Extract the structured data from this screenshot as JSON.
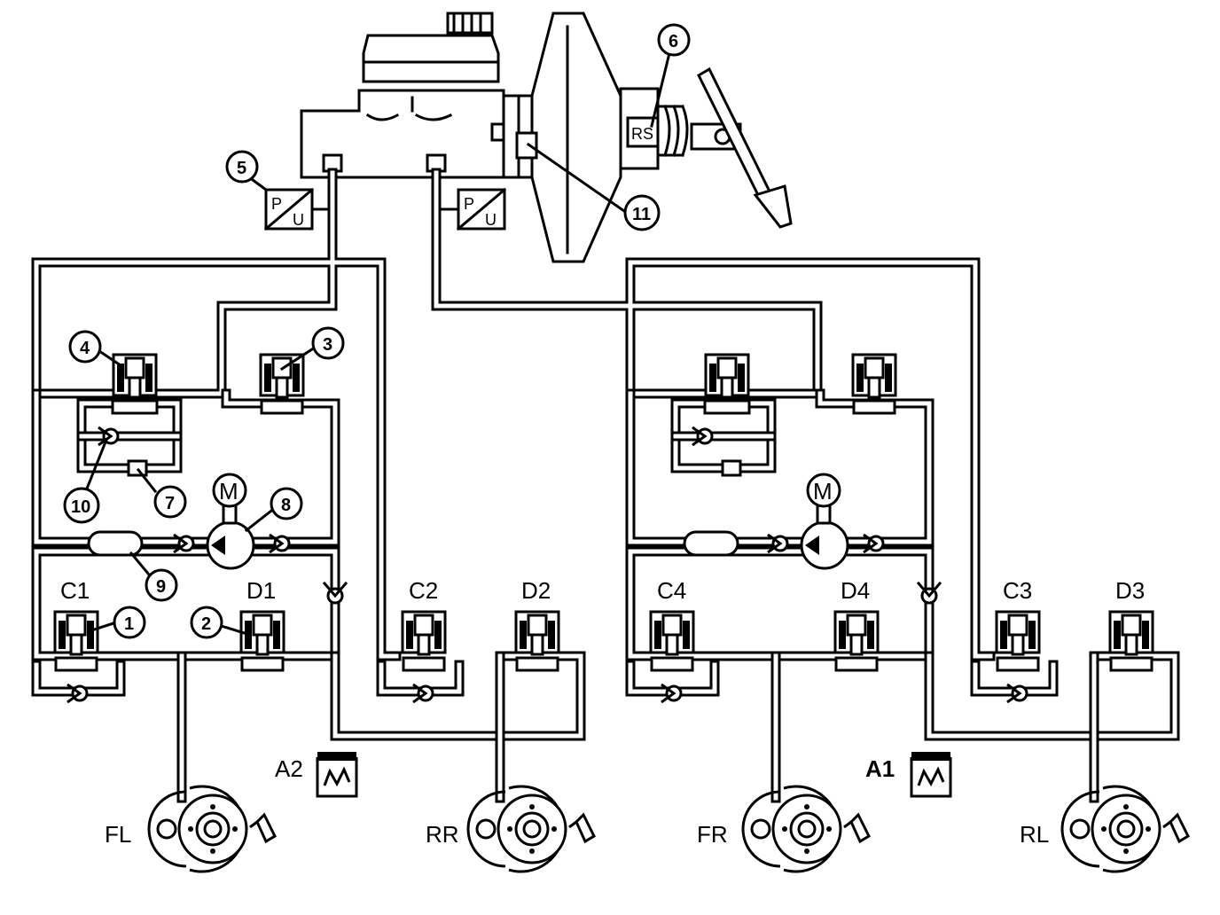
{
  "callouts": {
    "n1": "1",
    "n2": "2",
    "n3": "3",
    "n4": "4",
    "n5": "5",
    "n6": "6",
    "n7": "7",
    "n8": "8",
    "n9": "9",
    "n10": "10",
    "n11": "11"
  },
  "valves": {
    "c1": "C1",
    "d1": "D1",
    "c2": "C2",
    "d2": "D2",
    "c3": "C3",
    "d3": "D3",
    "c4": "C4",
    "d4": "D4"
  },
  "accumulators": {
    "a1": "A1",
    "a2": "A2"
  },
  "wheels": {
    "fl": "FL",
    "rr": "RR",
    "fr": "FR",
    "rl": "RL"
  },
  "components": {
    "motor_left": "M",
    "motor_right": "M",
    "sensor_rs": "RS",
    "pu_left_p": "P",
    "pu_left_u": "U",
    "pu_right_p": "P",
    "pu_right_u": "U"
  }
}
